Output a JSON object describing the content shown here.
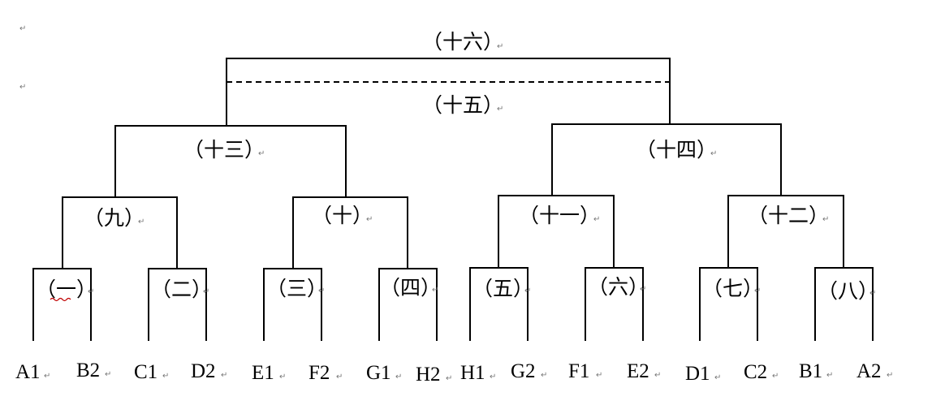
{
  "diagram": {
    "teams": [
      "A1",
      "B2",
      "C1",
      "D2",
      "E1",
      "F2",
      "G1",
      "H2",
      "H1",
      "G2",
      "F1",
      "E2",
      "D1",
      "C2",
      "B1",
      "A2"
    ],
    "matches": {
      "m1": "（一）",
      "m2": "（二）",
      "m3": "（三）",
      "m4": "（四）",
      "m5": "（五）",
      "m6": "（六）",
      "m7": "（七）",
      "m8": "（八）",
      "m9": "（九）",
      "m10": "（十）",
      "m11": "（十一）",
      "m12": "（十二）",
      "m13": "（十三）",
      "m14": "（十四）",
      "m15": "（十五）",
      "m16": "（十六）"
    },
    "paragraph_mark": "↵"
  }
}
